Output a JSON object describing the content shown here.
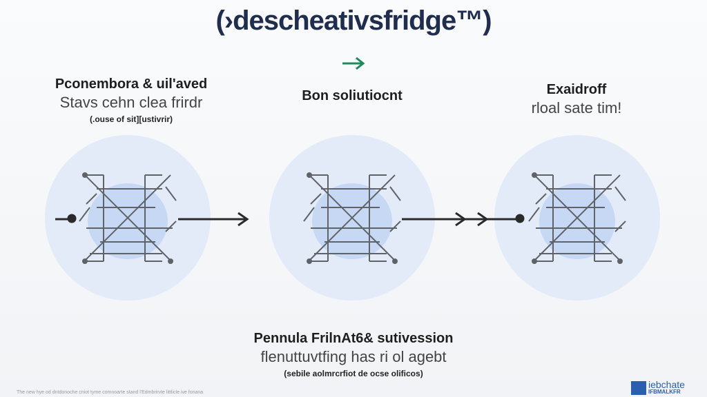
{
  "title": "(›descheativsfridge™)",
  "nodes": [
    {
      "heading": "Pconembora & uil'aved",
      "subtitle": "Stavs cehn clea frirdr",
      "note": "(.ouse of sit][ustivrir)"
    },
    {
      "heading": "Bon soliutiocnt",
      "subtitle": "",
      "note": ""
    },
    {
      "heading": "Exaidroff",
      "subtitle": "rloal sate tim!",
      "note": ""
    }
  ],
  "bottom": {
    "heading": "Pennula FrilnAt6& sutivession",
    "subtitle": "flenuttuvtfing has ri ol agebt",
    "note": "(sebile aolmrcrfiot de ocse olificos)"
  },
  "footer": "The new hye od dntdonoche cniot tyme comnoarte stand l'Edmbrirvte littlicle ive fonana",
  "logo": {
    "line1": "iebchate",
    "line2": "IFBMALKFR"
  },
  "colors": {
    "title": "#1f2d4f",
    "accent_arrow": "#1e8a5a",
    "circle_outer": "#e3ebf8",
    "circle_inner": "#c6d8f4"
  }
}
